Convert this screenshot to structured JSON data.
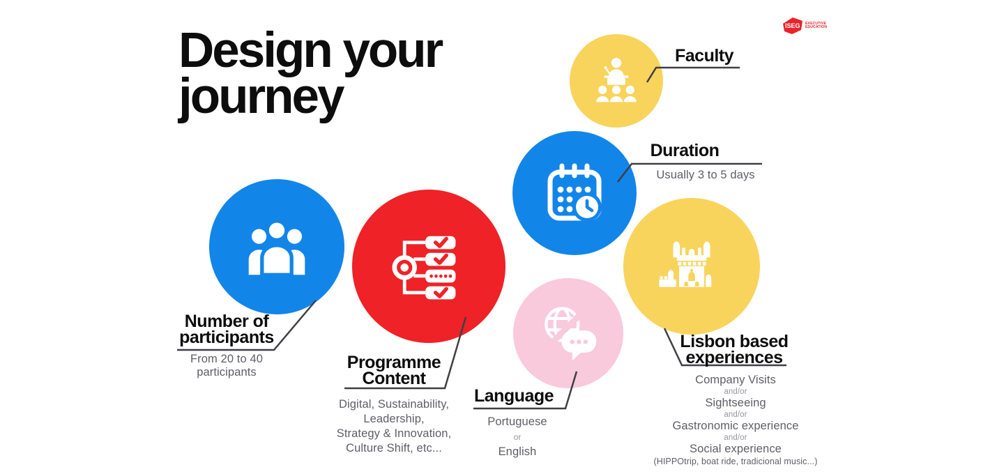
{
  "title": {
    "line1": "Design your",
    "line2": "journey"
  },
  "logo": {
    "mark": "ISEG",
    "line1": "EXECUTIVE",
    "line2": "EDUCATION"
  },
  "faculty": {
    "label": "Faculty"
  },
  "duration": {
    "label": "Duration",
    "detail": "Usually 3 to 5 days"
  },
  "participants": {
    "label1": "Number of",
    "label2": "participants",
    "detail1": "From 20 to 40",
    "detail2": "participants"
  },
  "programme": {
    "label1": "Programme",
    "label2": "Content",
    "lines": [
      "Digital, Sustainability,",
      "Leadership,",
      "Strategy & Innovation,",
      "Culture Shift, etc..."
    ]
  },
  "language": {
    "label": "Language",
    "option1": "Portuguese",
    "connector": "or",
    "option2": "English"
  },
  "lisbon": {
    "label1": "Lisbon based",
    "label2": "experiences",
    "items": [
      "Company Visits",
      "Sightseeing",
      "Gastronomic experience",
      "Social experience"
    ],
    "connector": "and/or",
    "note": "(HIPPOtrip, boat ride, tradicional music...)"
  },
  "colors": {
    "blue": "#1285E9",
    "red": "#EE2227",
    "yellow": "#F8D45C",
    "pink": "#F9C9DC",
    "line": "#3E3E46",
    "ink": "#0D0D0D",
    "gray": "#5E5E66",
    "lightgray": "#9496A0",
    "brand": "#E8232A"
  }
}
